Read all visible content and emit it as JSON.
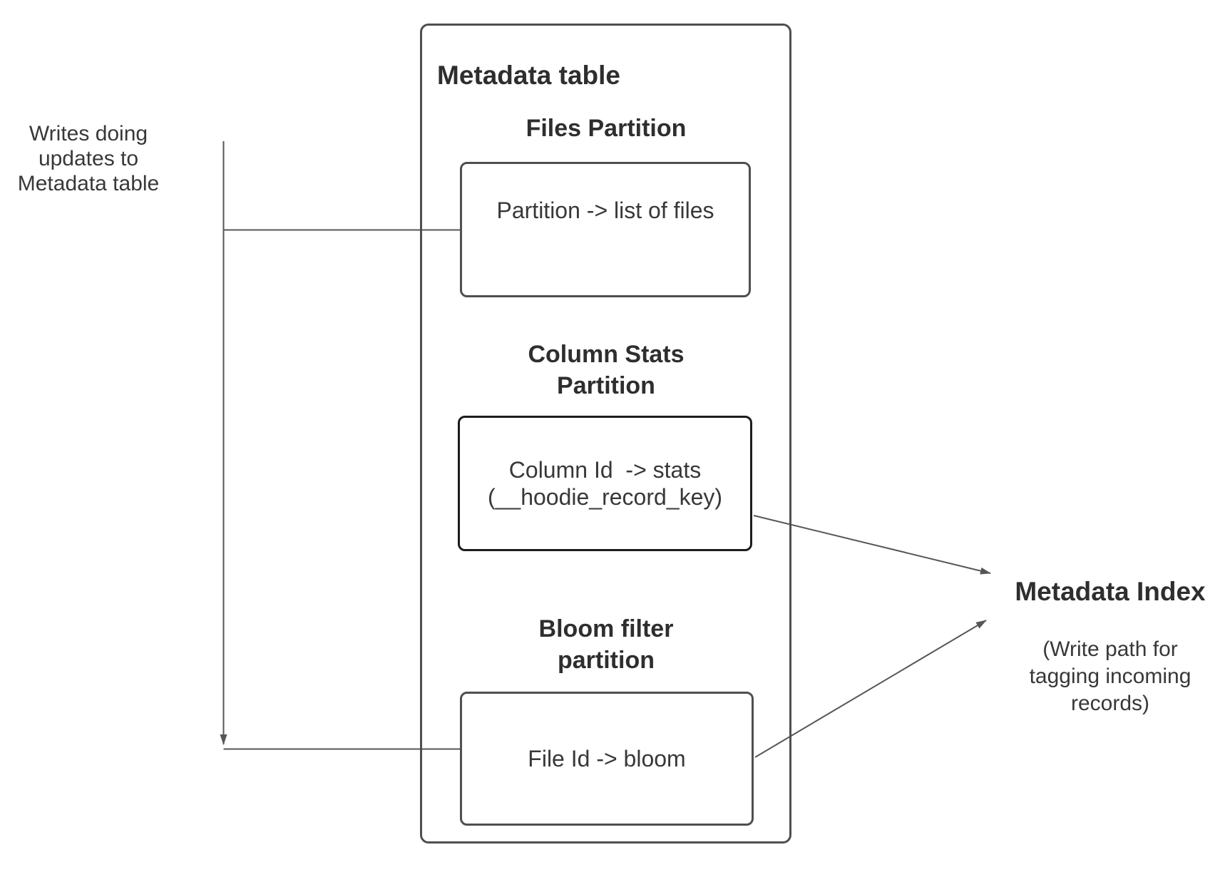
{
  "metadata_table": {
    "title": "Metadata table",
    "partitions": {
      "files": {
        "heading": "Files Partition",
        "label": "Partition -> list of files"
      },
      "column_stats": {
        "heading": "Column Stats\nPartition",
        "label": "Column Id  -> stats\n(__hoodie_record_key)"
      },
      "bloom": {
        "heading": "Bloom filter\npartition",
        "label": "File Id -> bloom"
      }
    }
  },
  "annotations": {
    "writes_label": "Writes doing\nupdates to\nMetadata table"
  },
  "metadata_index": {
    "title": "Metadata Index",
    "subtitle": "(Write path for\ntagging incoming\nrecords)"
  },
  "colors": {
    "background": "#ffffff",
    "box_border": "#4f4f4f",
    "stats_box_border": "#1c1c1c",
    "connector": "#565656",
    "text": "#383838",
    "heading_text": "#2e2e2e"
  }
}
